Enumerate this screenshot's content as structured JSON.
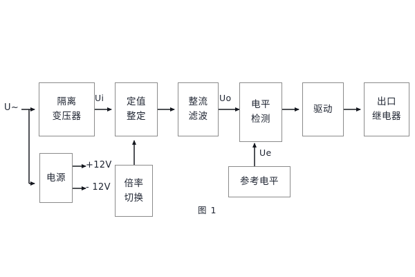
{
  "figure": {
    "caption": "图 1",
    "background_color": "#ffffff",
    "border_color": "#8a8a8a",
    "text_color": "#1d2330"
  },
  "signal_chain": {
    "input_label": "U~",
    "blocks": [
      {
        "id": "isolation-transformer",
        "lines": [
          "隔离",
          "变压器"
        ]
      },
      {
        "id": "setpoint-adjust",
        "lines": [
          "定值",
          "整定"
        ]
      },
      {
        "id": "rectify-filter",
        "lines": [
          "整流",
          "滤波"
        ]
      },
      {
        "id": "level-detect",
        "lines": [
          "电平",
          "检测"
        ]
      },
      {
        "id": "driver",
        "lines": [
          "驱动"
        ]
      },
      {
        "id": "output-relay",
        "lines": [
          "出口",
          "继电器"
        ]
      }
    ],
    "edge_labels": {
      "transformer_to_setpoint": "Ui",
      "rectify_to_level": "Uo",
      "reference_to_level": "Ue"
    }
  },
  "power_section": {
    "supply": {
      "id": "power-supply",
      "lines": [
        "电源"
      ]
    },
    "rails": [
      "+12V",
      "- 12V"
    ],
    "multiplier_switch": {
      "id": "multiplier-switch",
      "lines": [
        "倍率",
        "切换"
      ]
    }
  },
  "reference_section": {
    "reference_level": {
      "id": "reference-level",
      "lines": [
        "参考电平"
      ]
    }
  }
}
